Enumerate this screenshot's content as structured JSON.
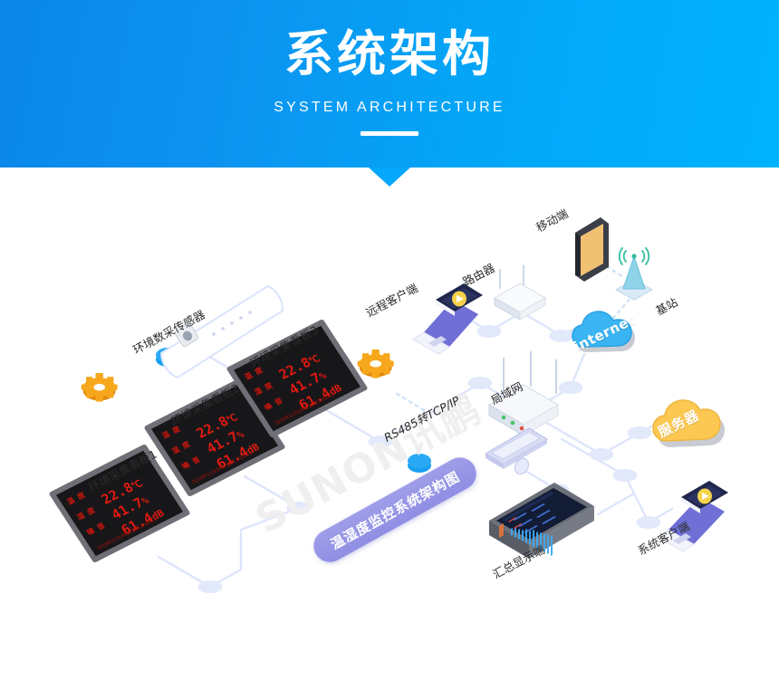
{
  "header": {
    "title": "系统架构",
    "subtitle": "SYSTEM ARCHITECTURE",
    "gradient_from": "#0b87e8",
    "gradient_to": "#00b2fe",
    "arrow_color": "#04a7f9"
  },
  "watermark": "SUNON讯鹏",
  "banner": {
    "label": "温湿度监控系统架构图",
    "color": "#9391e6"
  },
  "labels": {
    "sensor": "环境数采传感器",
    "board1": "环境采集看板1",
    "board2": "环境采集看板2",
    "board3": "环境采集看板3",
    "rs485": "RS485转TCP/IP",
    "remote_client": "远程客户端",
    "router": "路由器",
    "mobile": "移动端",
    "base_station": "基站",
    "lan": "局域网",
    "summary_display": "汇总显示端",
    "system_client": "系统客户端"
  },
  "clouds": {
    "internet": {
      "label": "internet",
      "color": "#34b6f2"
    },
    "server": {
      "label": "服务器",
      "color": "#fcc852"
    }
  },
  "led_board": {
    "rows": [
      {
        "key": "温 度",
        "value": "22.8",
        "unit": "℃"
      },
      {
        "key": "湿 度",
        "value": "41.7",
        "unit": "%"
      },
      {
        "key": "噪 音",
        "value": "61.4",
        "unit": "dB"
      }
    ],
    "footer": "2018年11月29日  星期二  08:12",
    "text_color": "#e01a10",
    "bg_color": "#17171a"
  },
  "icons": {
    "gear_left": "gear-icon",
    "gear_right": "gear-icon",
    "signal": "signal-waves-icon"
  },
  "colors": {
    "link_line": "#d9e3fb",
    "node_dot": "#dfe6fa",
    "accent_blue": "#1a9ff0",
    "gear_orange": "#f5a01c"
  }
}
